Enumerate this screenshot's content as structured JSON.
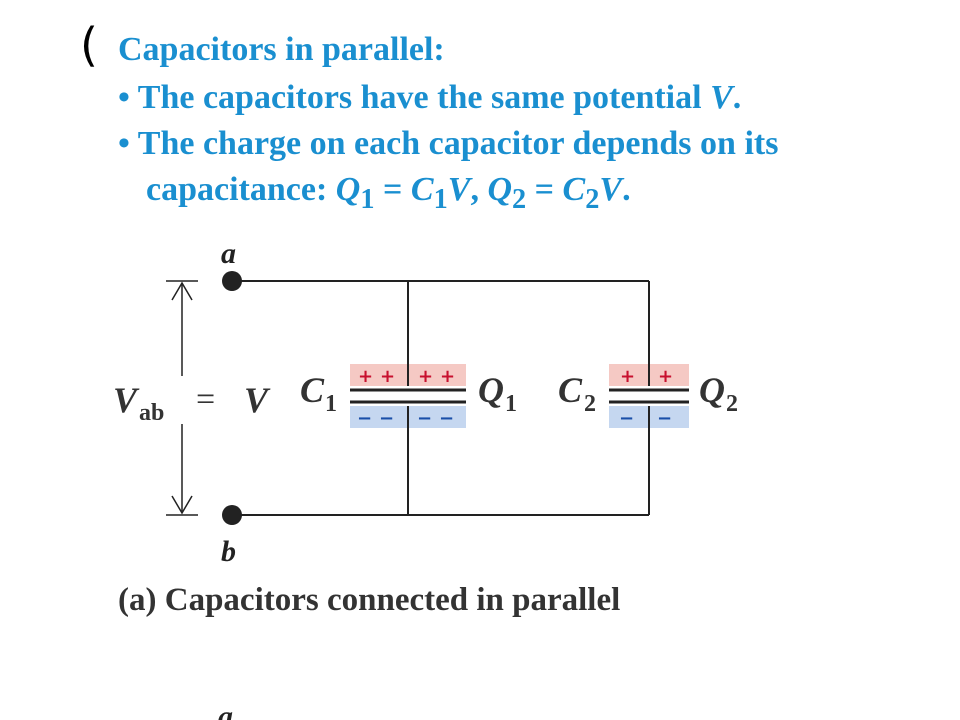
{
  "slide": {
    "paren": "(",
    "heading": "Capacitors in parallel:",
    "bullet1": {
      "prefix": "• The capacitors have the same potential ",
      "var": "V",
      "suffix": "."
    },
    "bullet2": {
      "line1": "• The charge on each capacitor depends on its",
      "line2_prefix": "capacitance: ",
      "q1": "Q",
      "q1_sub": "1",
      "eq1": " = ",
      "c1": "C",
      "c1_sub": "1",
      "v1": "V",
      "comma": ", ",
      "q2": "Q",
      "q2_sub": "2",
      "eq2": " = ",
      "c2": "C",
      "c2_sub": "2",
      "v2": "V",
      "end": "."
    },
    "caption": {
      "label": "(a)",
      "text": " Capacitors connected in parallel"
    },
    "bottom_letter": "a"
  },
  "circuit": {
    "node_top": "a",
    "node_bottom": "b",
    "vab_main": "V",
    "vab_sub": "ab",
    "vab_eq": "=",
    "vab_rhs": "V",
    "cap1_name": "C",
    "cap1_sub": "1",
    "cap1_charge": "Q",
    "cap1_charge_sub": "1",
    "cap2_name": "C",
    "cap2_sub": "2",
    "cap2_charge": "Q",
    "cap2_charge_sub": "2",
    "plus": "+",
    "minus": "−",
    "colors": {
      "wire": "#222222",
      "plus_band": "#f5c9c4",
      "minus_band": "#c5d7f0",
      "plus_sign": "#c8102e",
      "minus_sign": "#1a4fa8",
      "heading": "#1a8fd0"
    }
  }
}
